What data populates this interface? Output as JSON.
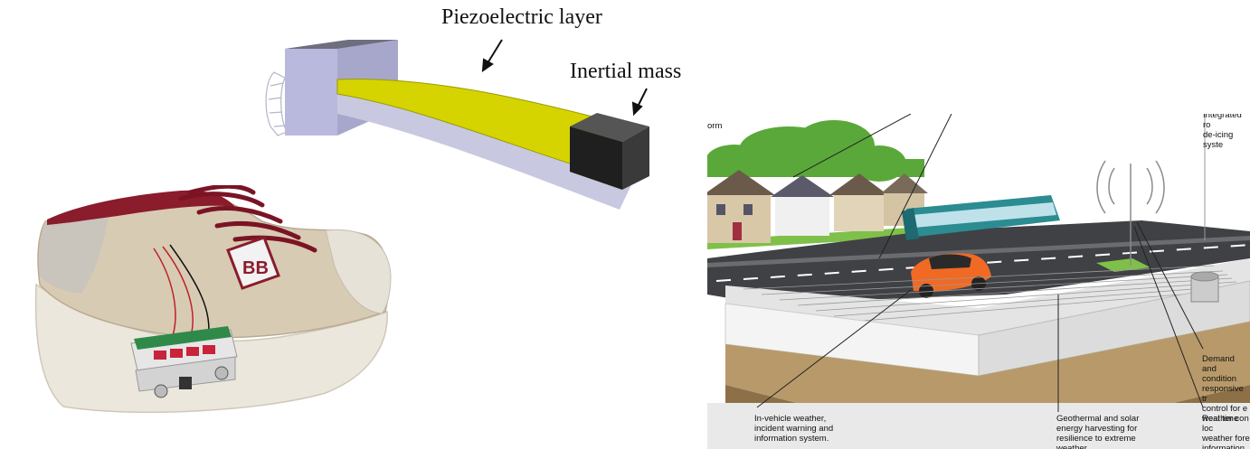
{
  "beam_figure": {
    "label_piezo": "Piezoelectric layer",
    "label_mass": "Inertial mass"
  },
  "road_figure": {
    "label_top_left": "orm",
    "label_top_right_1": "Integrated ro",
    "label_top_right_2": "de-icing syste",
    "label_invehicle_1": "In-vehicle weather,",
    "label_invehicle_2": "incident warning and",
    "label_invehicle_3": "information system.",
    "label_geo_1": "Geothermal and solar",
    "label_geo_2": "energy harvesting for",
    "label_geo_3": "resilience to extreme",
    "label_geo_4": "weather",
    "label_demand_1": "Demand and",
    "label_demand_2": "condition",
    "label_demand_3": "responsive tr",
    "label_demand_4": "control for e",
    "label_demand_5": "weather con",
    "label_realtime_1": "Real time loc",
    "label_realtime_2": "weather fore",
    "label_realtime_3": "information"
  },
  "colors": {
    "piezo_yellow": "#d6d400",
    "mass_black": "#2b2b2b",
    "support_lavender": "#b9b9de",
    "shoe_beige": "#d8cbb4",
    "shoe_red": "#8a1c2c",
    "road_asphalt": "#3f4145",
    "car_orange": "#f06a24",
    "tram_teal": "#2b8c92"
  }
}
